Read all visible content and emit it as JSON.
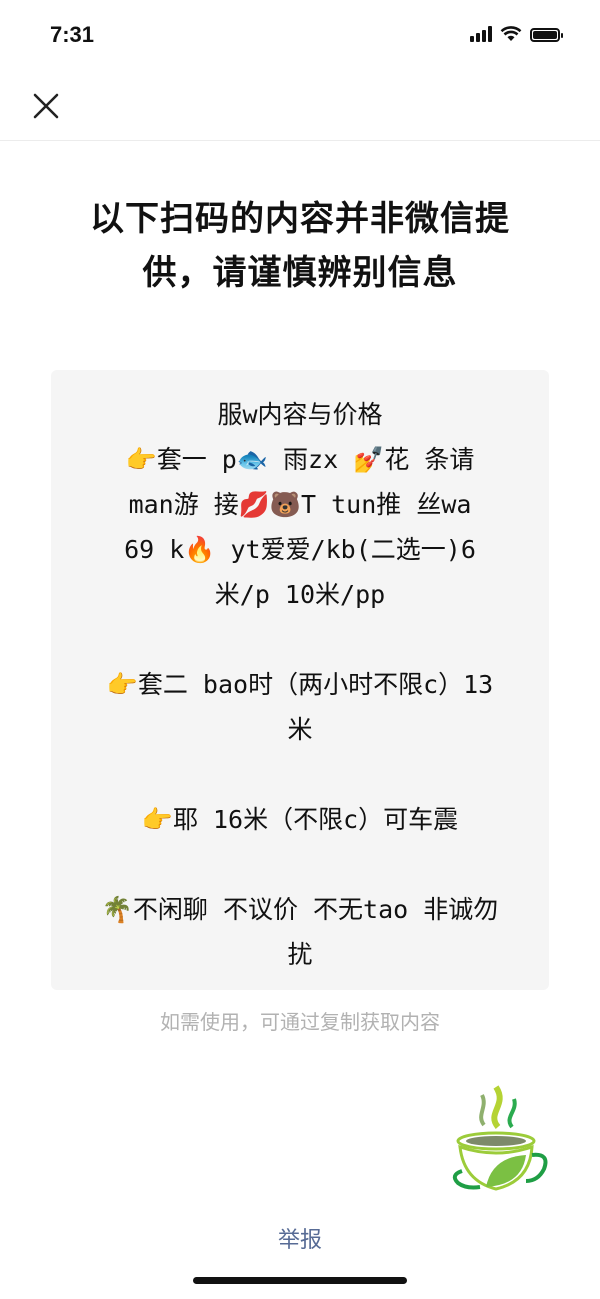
{
  "status_bar": {
    "time": "7:31"
  },
  "warning_title_lines": [
    "以下扫码的内容并非微信提",
    "供，请谨慎辨别信息"
  ],
  "content_lines": [
    "服w内容与价格",
    "👉套一 p🐟  雨zx 💅花  条请",
    "man游 接💋🐻T tun推 丝wa",
    "69 k🔥 yt爱爱/kb(二选一)6",
    "米/p 10米/pp",
    "",
    "👉套二 bao时（两小时不限c）13",
    "米",
    "",
    "👉耶 16米（不限c）可车震",
    "",
    "🌴不闲聊 不议价 不无tao 非诚勿",
    "扰"
  ],
  "hint": "如需使用，可通过复制获取内容",
  "report_label": "举报",
  "colors": {
    "link": "#576b95",
    "card_bg": "#f5f5f5",
    "hint": "#b2b2b2"
  }
}
